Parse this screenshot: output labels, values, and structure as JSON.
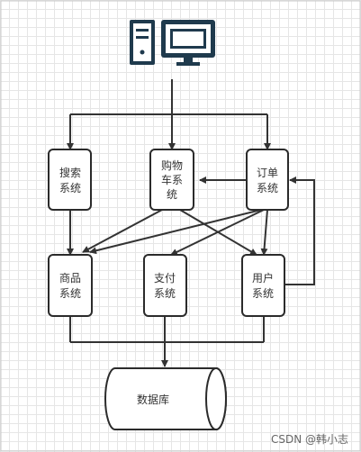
{
  "nodes": {
    "search": [
      "搜索",
      "系统"
    ],
    "cart": [
      "购物",
      "车系",
      "统"
    ],
    "order": [
      "订单",
      "系统"
    ],
    "product": [
      "商品",
      "系统"
    ],
    "payment": [
      "支付",
      "系统"
    ],
    "user": [
      "用户",
      "系统"
    ],
    "database": [
      "数据库"
    ]
  },
  "watermark": "CSDN @韩小志",
  "colors": {
    "stroke": "#2b2b2b",
    "icon": "#1f3a4d"
  },
  "icon": "desktop-computer-icon"
}
